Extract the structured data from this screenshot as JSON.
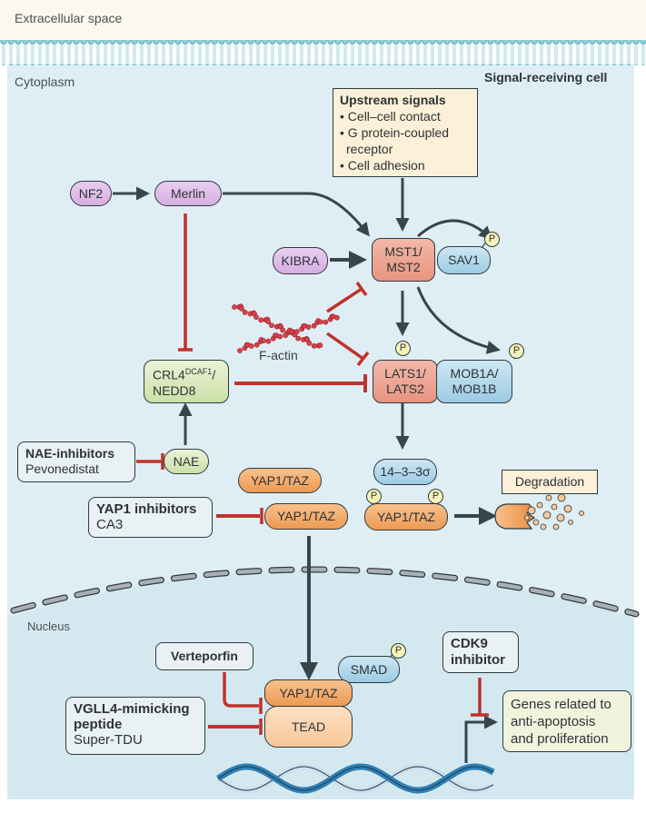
{
  "regions": {
    "extracellular": "Extracellular space",
    "cytoplasm": "Cytoplasm",
    "cell": "Signal-receiving cell",
    "nucleus": "Nucleus"
  },
  "upstream": {
    "title": "Upstream signals",
    "items": [
      "• Cell–cell contact",
      "• G protein-coupled",
      "receptor",
      "• Cell adhesion"
    ]
  },
  "nodes": {
    "nf2": "NF2",
    "merlin": "Merlin",
    "kibra": "KIBRA",
    "mst_line1": "MST1/",
    "mst_line2": "MST2",
    "sav1": "SAV1",
    "factin": "F-actin",
    "crl4_base": "CRL4",
    "crl4_sup": "DCAF1",
    "crl4_tail": "/",
    "nedd8": "NEDD8",
    "lats_line1": "LATS1/",
    "lats_line2": "LATS2",
    "mob_line1": "MOB1A/",
    "mob_line2": "MOB1B",
    "nae": "NAE",
    "yap_free": "YAP1/TAZ",
    "yap_inhibited": "YAP1/TAZ",
    "sigma": "14–3–3σ",
    "yap_bound": "YAP1/TAZ",
    "degradation": "Degradation",
    "smad": "SMAD",
    "yap_nuclear": "YAP1/TAZ",
    "tead": "TEAD",
    "genes_line1": "Genes related to",
    "genes_line2": "anti-apoptosis",
    "genes_line3": "and proliferation",
    "phospho": "P"
  },
  "inhibitors": {
    "nae": {
      "title": "NAE-inhibitors",
      "drug": "Pevonedistat"
    },
    "yap": {
      "title": "YAP1 inhibitors",
      "drug": "CA3"
    },
    "verteporfin": {
      "title": "Verteporfin"
    },
    "vgll4": {
      "title_line1": "VGLL4-mimicking",
      "title_line2": "peptide",
      "drug": "Super-TDU"
    },
    "cdk9": {
      "title_line1": "CDK9",
      "title_line2": "inhibitor"
    }
  },
  "colors": {
    "activation": "#38454c",
    "inhibition": "#c0322c",
    "cytoplasm_bg": "#dfeef5",
    "extracellular_bg": "#fbf9ee",
    "membrane": "#4fb3c4"
  }
}
